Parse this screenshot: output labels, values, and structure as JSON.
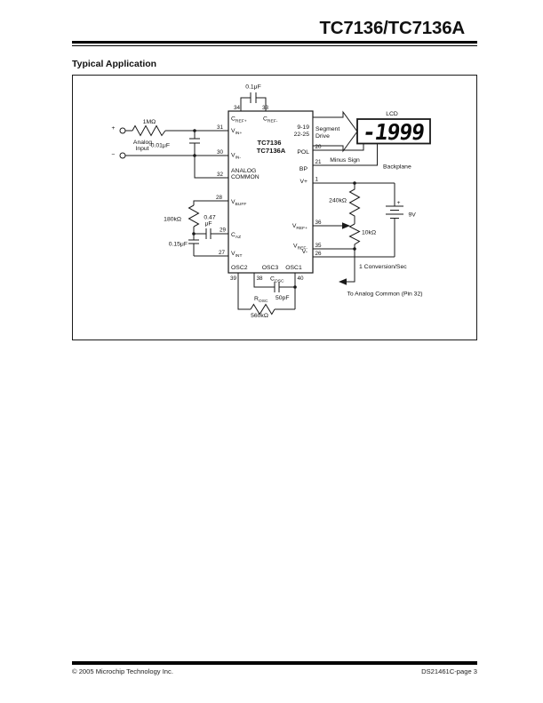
{
  "document": {
    "title": "TC7136/TC7136A",
    "section_heading": "Typical Application",
    "footer": {
      "copyright": "© 2005 Microchip Technology Inc.",
      "doc_page": "DS21461C-page 3"
    }
  },
  "circuit": {
    "analog_input": {
      "plus": "+",
      "minus": "−",
      "label_line1": "Analog",
      "label_line2": "Input",
      "series_resistor": "1MΩ",
      "filter_cap": "0.01μF"
    },
    "ref_cap_value": "0.1μF",
    "chip": {
      "name_line1": "TC7136",
      "name_line2": "TC7136A",
      "labels": {
        "cref_plus": {
          "main": "C",
          "sub": "REF+"
        },
        "cref_minus": {
          "main": "C",
          "sub": "REF-"
        },
        "vin_plus": {
          "main": "V",
          "sub": "IN+"
        },
        "vin_minus": {
          "main": "V",
          "sub": "IN-"
        },
        "analog_common_line1": "ANALOG",
        "analog_common_line2": "COMMON",
        "vbuff": {
          "main": "V",
          "sub": "BUFF"
        },
        "caz": {
          "main": "C",
          "sub": "AZ"
        },
        "vint": {
          "main": "V",
          "sub": "INT"
        },
        "seg_pins_line1": "9-19",
        "seg_pins_line2": "22-25",
        "pol": "POL",
        "bp": "BP",
        "v_plus": "V+",
        "vref_plus": {
          "main": "V",
          "sub": "REF+"
        },
        "vref_minus": {
          "main": "V",
          "sub": "REF-"
        },
        "v_minus": "V-",
        "osc2": "OSC2",
        "osc3": "OSC3",
        "osc1": "OSC1"
      },
      "pin_numbers": {
        "p34": "34",
        "p33": "33",
        "p31": "31",
        "p30": "30",
        "p32": "32",
        "p28": "28",
        "p29": "29",
        "p27": "27",
        "p20": "20",
        "p21": "21",
        "p1": "1",
        "p36": "36",
        "p35": "35",
        "p26": "26",
        "p39": "39",
        "p38": "38",
        "p40": "40"
      }
    },
    "display": {
      "label": "LCD",
      "value": "-1999",
      "segment_drive_line1": "Segment",
      "segment_drive_line2": "Drive",
      "minus_sign_label": "Minus Sign",
      "backplane_label": "Backplane"
    },
    "reference_divider": {
      "top_resistor": "240kΩ",
      "pot": "10kΩ",
      "battery_plus": "+",
      "battery_voltage": "9V"
    },
    "integrator": {
      "buffer_resistor": "180kΩ",
      "az_cap_line1": "0.47",
      "az_cap_line2": "μF",
      "int_cap": "0.15μF"
    },
    "oscillator": {
      "cosc": {
        "main": "C",
        "sub": "OSC"
      },
      "cosc_value": "50pF",
      "rosc": {
        "main": "R",
        "sub": "OSC"
      },
      "rosc_value": "560kΩ"
    },
    "notes": {
      "conversion_rate": "1 Conversion/Sec",
      "to_analog_common": "To Analog Common (Pin 32)"
    }
  }
}
